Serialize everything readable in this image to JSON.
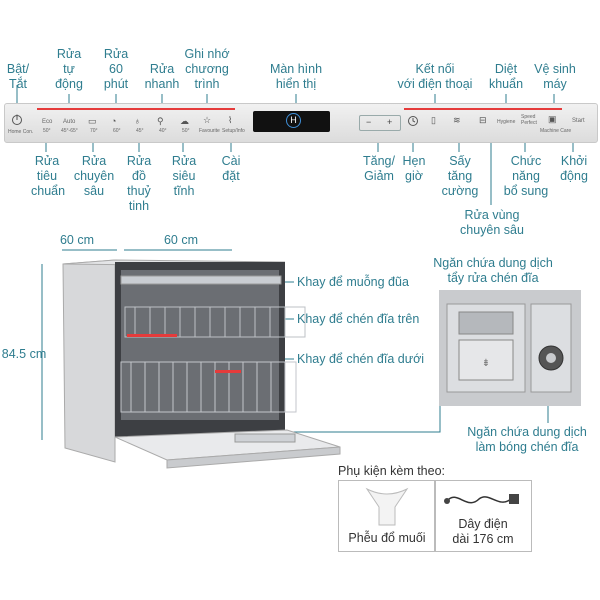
{
  "panel_labels_top": [
    {
      "id": "power",
      "text": "Bật/\nTắt"
    },
    {
      "id": "auto",
      "text": "Rửa\ntự\nđộng"
    },
    {
      "id": "60min",
      "text": "Rửa\n60\nphút"
    },
    {
      "id": "quick",
      "text": "Rửa\nnhanh"
    },
    {
      "id": "favorite",
      "text": "Ghi nhớ\nchương\ntrình"
    },
    {
      "id": "screen",
      "text": "Màn hình\nhiển thị"
    },
    {
      "id": "connect",
      "text": "Kết nối\nvới điện thoại"
    },
    {
      "id": "hygiene",
      "text": "Diệt\nkhuẩn"
    },
    {
      "id": "machinecare",
      "text": "Vệ sinh\nmáy"
    }
  ],
  "panel_labels_bottom": [
    {
      "id": "eco",
      "text": "Rửa\ntiêu\nchuẩn"
    },
    {
      "id": "intensive",
      "text": "Rửa\nchuyên\nsâu"
    },
    {
      "id": "glass",
      "text": "Rửa\nđồ\nthuỷ\ntinh"
    },
    {
      "id": "silence",
      "text": "Rửa\nsiêu\ntĩnh"
    },
    {
      "id": "settings",
      "text": "Cài\nđặt"
    },
    {
      "id": "plusminus",
      "text": "Tăng/\nGiảm"
    },
    {
      "id": "timer",
      "text": "Hẹn\ngiờ"
    },
    {
      "id": "extradry",
      "text": "Sấy\ntăng\ncường"
    },
    {
      "id": "options",
      "text": "Chức\nnăng\nbổ sung"
    },
    {
      "id": "start",
      "text": "Khởi\nđộng"
    },
    {
      "id": "zone",
      "text": "Rửa vùng\nchuyên sâu"
    }
  ],
  "panel_small_text": {
    "eco": "Eco",
    "eco_temp": "50°",
    "auto": "Auto",
    "auto_temp": "45°-65°",
    "t70": "70°",
    "t60": "60°",
    "t45": "45°",
    "t40": "40°",
    "t50": "50°",
    "hygiene": "Hygiene",
    "speed": "Speed\nPerfect",
    "machine_care": "Machine Care",
    "start": "Start",
    "power_sub": "Home Con.",
    "fav_sub": "Favourite",
    "set_sub": "Setup/Info",
    "minus": "−",
    "plus": "+"
  },
  "dimensions": {
    "width": "60 cm",
    "depth": "60 cm",
    "height": "84.5 cm"
  },
  "parts": {
    "cutlery_tray": "Khay để muỗng đũa",
    "upper_rack": "Khay để chén đĩa trên",
    "lower_rack": "Khay để chén đĩa dưới",
    "detergent": "Ngăn chứa dung dịch\ntẩy rửa chén đĩa",
    "rinse_aid": "Ngăn chứa dung dịch\nlàm bóng chén đĩa"
  },
  "accessories": {
    "title": "Phụ kiện kèm theo:",
    "funnel": "Phễu đổ muối",
    "cable": "Dây điện\ndài 176 cm"
  },
  "colors": {
    "accent": "#2f7d8f",
    "red_line": "#e53b3b",
    "bosch_blue": "#3f8fd8"
  },
  "icons": [
    "power-icon",
    "bosch-logo-icon",
    "timer-icon",
    "wifi-icon",
    "salt-funnel-icon",
    "power-cable-icon"
  ]
}
